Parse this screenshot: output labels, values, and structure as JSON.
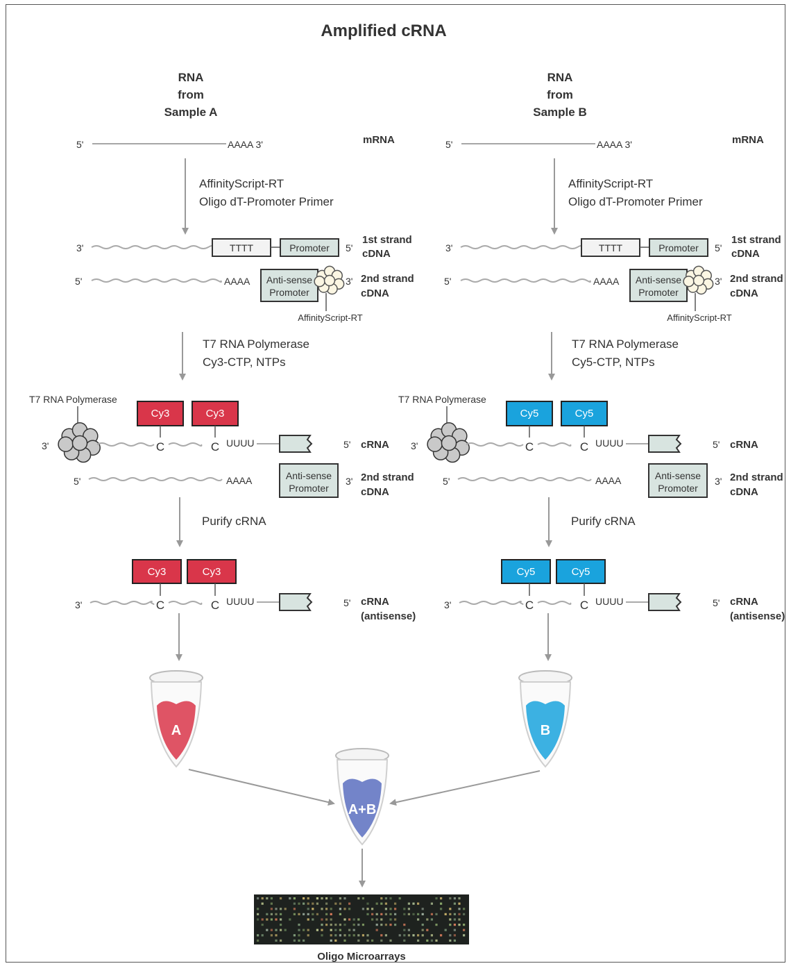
{
  "title": "Amplified cRNA",
  "footer_label": "Oligo Microarrays",
  "colors": {
    "cy3": "#d9364a",
    "cy5": "#1aa3dd",
    "box_fill": "#d8e4e0",
    "box_border": "#333333",
    "line": "#aaaaaa",
    "arrow": "#999999"
  },
  "columns": [
    {
      "id": "a",
      "heading": [
        "RNA",
        "from",
        "Sample A"
      ],
      "dye_label": "Cy3",
      "dye_color": "#d9364a",
      "tube_letter": "A",
      "step1_labels": [
        "AffinityScript-RT",
        "Oligo dT-Promoter Primer"
      ],
      "step2_labels": [
        "T7 RNA Polymerase",
        "Cy3-CTP, NTPs"
      ],
      "step3_label": "Purify cRNA"
    },
    {
      "id": "b",
      "heading": [
        "RNA",
        "from",
        "Sample B"
      ],
      "dye_label": "Cy5",
      "dye_color": "#1aa3dd",
      "tube_letter": "B",
      "step1_labels": [
        "AffinityScript-RT",
        "Oligo dT-Promoter Primer"
      ],
      "step2_labels": [
        "T7 RNA Polymerase",
        "Cy5-CTP, NTPs"
      ],
      "step3_label": "Purify cRNA"
    }
  ],
  "mixed_tube_label": "A+B",
  "strand_labels": {
    "mrna": "mRNA",
    "first_strand": [
      "1st strand",
      "cDNA"
    ],
    "second_strand": [
      "2nd strand",
      "cDNA"
    ],
    "crna": "cRNA",
    "crna_antisense": [
      "cRNA",
      "(antisense)"
    ]
  },
  "terms": {
    "five_prime": "5'",
    "three_prime": "3'",
    "polyA": "AAAA",
    "polyA_3": "AAAA 3'",
    "polyT": "TTTT",
    "polyU": "UUUU",
    "promoter": "Promoter",
    "antisense_promoter": [
      "Anti-sense",
      "Promoter"
    ],
    "rt_enzyme": "AffinityScript-RT",
    "polymerase": "T7 RNA Polymerase",
    "cytidine": "C"
  }
}
